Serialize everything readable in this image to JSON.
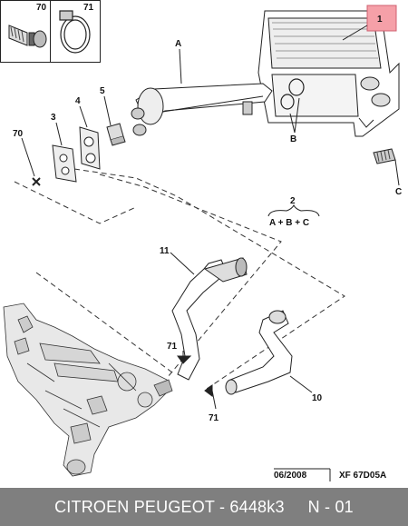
{
  "labels": {
    "l70_top": "70",
    "l71_top": "71",
    "lA": "A",
    "l1": "1",
    "l5": "5",
    "l4": "4",
    "l3": "3",
    "l70_mid": "70",
    "lB": "B",
    "lC": "C",
    "l2": "2",
    "formula": "A + B + C",
    "l11": "11",
    "l71_a": "71",
    "l71_b": "71",
    "l10": "10"
  },
  "stamp": {
    "date": "06/2008",
    "code": "XF 67D05A"
  },
  "footer": {
    "text": "CITROEN PEUGEOT - 6448k3     N - 01"
  },
  "colors": {
    "highlight": "#f5a0a8",
    "footer_bg": "#7f7f7f"
  }
}
